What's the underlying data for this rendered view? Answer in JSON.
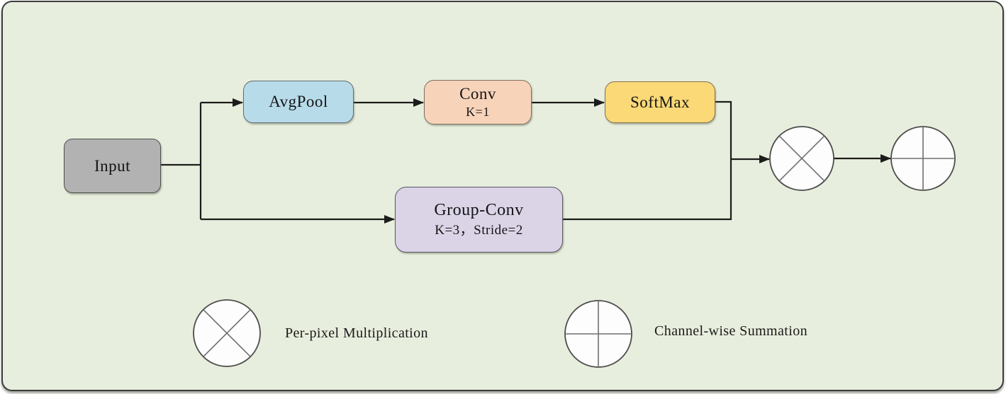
{
  "colors": {
    "page": "#ffffff",
    "background": "#e8eedd",
    "canvas_border": "#3c3c3c",
    "line": "#1c1c1c",
    "circle_fill": "#fdfdfd",
    "circle_stroke": "#4c4c4c",
    "circle_inner": "#6f6f6f"
  },
  "nodes": {
    "input": {
      "label": "Input",
      "fill": "#b2b2b2",
      "border": "#4f4f4f"
    },
    "avgpool": {
      "label": "AvgPool",
      "fill": "#b8dbe9",
      "border": "#5f6d74"
    },
    "conv": {
      "label": "Conv",
      "sublabel": "K=1",
      "fill": "#f7d3b9",
      "border": "#7c6f63"
    },
    "softmax": {
      "label": "SoftMax",
      "fill": "#fbd977",
      "border": "#80714b"
    },
    "groupconv": {
      "label": "Group-Conv",
      "sublabel": "K=3，Stride=2",
      "fill": "#dbd4e7",
      "border": "#5c5668"
    }
  },
  "legend": {
    "multiply_label": "Per-pixel Multiplication",
    "sum_label": "Channel-wise Summation"
  }
}
